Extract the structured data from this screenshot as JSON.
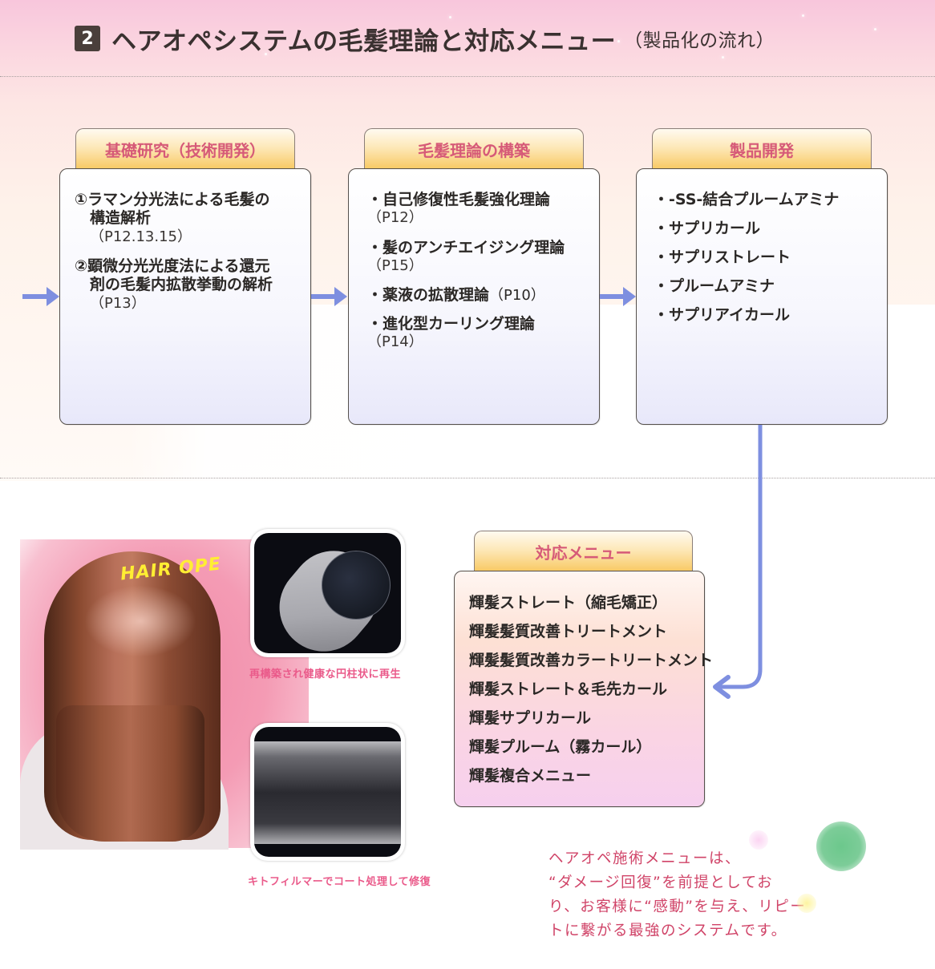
{
  "title": {
    "number": "2",
    "main": "ヘアオペシステムの毛髪理論と対応メニュー",
    "sub": "（製品化の流れ）"
  },
  "columns": [
    {
      "tab": "基礎研究（技術開発）",
      "items": [
        {
          "lines": [
            "①ラマン分光法による毛髪の",
            "構造解析"
          ],
          "ref": "（P12.13.15）"
        },
        {
          "lines": [
            "②顕微分光光度法による還元",
            "剤の毛髪内拡散挙動の解析"
          ],
          "ref": "（P13）"
        }
      ]
    },
    {
      "tab": "毛髪理論の構築",
      "items": [
        {
          "text": "・自己修復性毛髪強化理論",
          "ref": "（P12）"
        },
        {
          "text": "・髪のアンチエイジング理論",
          "ref": "（P15）"
        },
        {
          "text": "・薬液の拡散理論",
          "ref_inline": "（P10）"
        },
        {
          "text": "・進化型カーリング理論",
          "ref": "（P14）"
        }
      ]
    },
    {
      "tab": "製品開発",
      "items": [
        "・-SS-結合プルームアミナ",
        "・サプリカール",
        "・サプリストレート",
        "・プルームアミナ",
        "・サプリアイカール"
      ]
    }
  ],
  "menu": {
    "tab": "対応メニュー",
    "items": [
      "輝髪ストレート（縮毛矯正）",
      "輝髪髪質改善トリートメント",
      "輝髪髪質改善カラートリートメント",
      "輝髪ストレート＆毛先カール",
      "輝髪サプリカール",
      "輝髪プルーム（霧カール）",
      "輝髪複合メニュー"
    ]
  },
  "photo": {
    "overlay_text": "HAIR OPE"
  },
  "sem_images": [
    {
      "caption": "再構築され健康な円柱状に再生"
    },
    {
      "caption": "キトフィルマーでコート処理して修復"
    }
  ],
  "summary": {
    "lines": [
      "ヘアオペ施術メニューは、",
      "“ダメージ回復”を前提としてお",
      "り、お客様に“感動”を与え、リピー",
      "トに繋がる最強のシステムです。"
    ]
  },
  "colors": {
    "arrow": "#7e8fe0",
    "tab_text": "#d65a78",
    "caption": "#ea5a8a",
    "summary_text": "#d04468",
    "title_badge": "#4a3f3b"
  }
}
